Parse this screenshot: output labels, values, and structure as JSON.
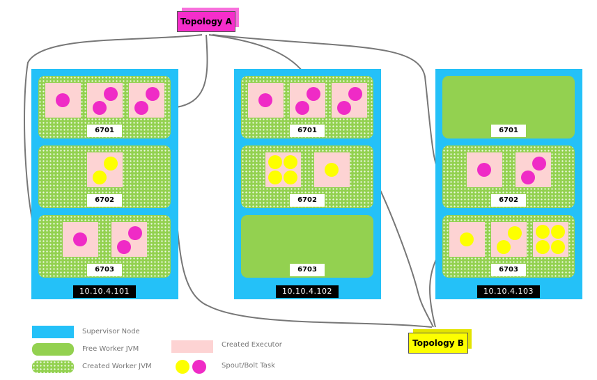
{
  "topologies": {
    "a": {
      "label": "Topology A",
      "color": "#f52dcb"
    },
    "b": {
      "label": "Topology B",
      "color": "#fdff00"
    }
  },
  "nodes": [
    {
      "ip": "10.10.4.101",
      "slots": [
        {
          "port": "6701",
          "state": "created",
          "executors": [
            [
              "pink"
            ],
            [
              "pink",
              "pink"
            ],
            [
              "pink",
              "pink"
            ]
          ]
        },
        {
          "port": "6702",
          "state": "created",
          "executors": [
            [
              "yellow",
              "yellow"
            ]
          ]
        },
        {
          "port": "6703",
          "state": "created",
          "executors": [
            [
              "pink"
            ],
            [
              "pink",
              "pink"
            ]
          ]
        }
      ]
    },
    {
      "ip": "10.10.4.102",
      "slots": [
        {
          "port": "6701",
          "state": "created",
          "executors": [
            [
              "pink"
            ],
            [
              "pink",
              "pink"
            ],
            [
              "pink",
              "pink"
            ]
          ]
        },
        {
          "port": "6702",
          "state": "created",
          "executors": [
            [
              "yellow",
              "yellow",
              "yellow",
              "yellow"
            ],
            [
              "yellow"
            ]
          ]
        },
        {
          "port": "6703",
          "state": "free",
          "executors": []
        }
      ]
    },
    {
      "ip": "10.10.4.103",
      "slots": [
        {
          "port": "6701",
          "state": "free",
          "executors": []
        },
        {
          "port": "6702",
          "state": "created",
          "executors": [
            [
              "pink"
            ],
            [
              "pink",
              "pink"
            ]
          ]
        },
        {
          "port": "6703",
          "state": "created",
          "executors": [
            [
              "yellow"
            ],
            [
              "yellow",
              "yellow"
            ],
            [
              "yellow",
              "yellow",
              "yellow",
              "yellow"
            ]
          ]
        }
      ]
    }
  ],
  "legend": {
    "supervisor_node": "Supervisor Node",
    "free_worker": "Free Worker JVM",
    "created_worker": "Created Worker JVM",
    "created_executor": "Created Executor",
    "spout_bolt_task": "Spout/Bolt Task"
  },
  "colors": {
    "supervisor": "#24c1f8",
    "worker": "#93d150",
    "executor": "#fdd3d3",
    "task_pink": "#ef2bc6",
    "task_yellow": "#fdff00",
    "link": "#777777"
  }
}
